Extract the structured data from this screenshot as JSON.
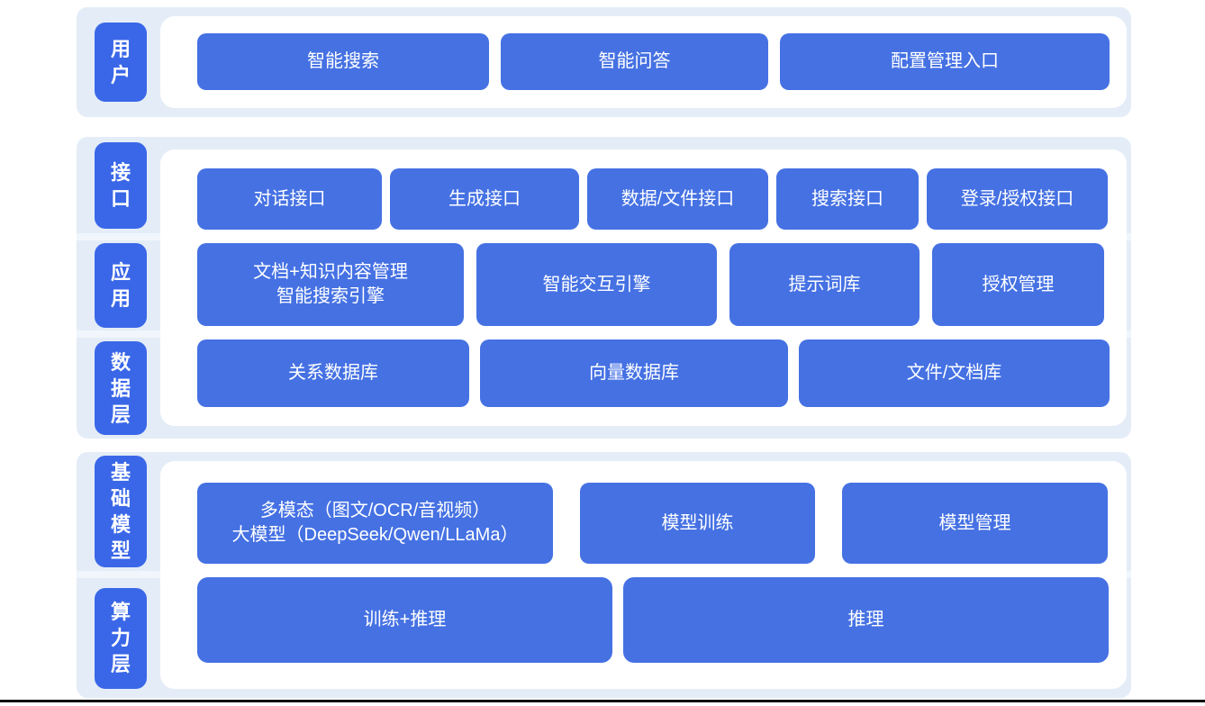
{
  "colors": {
    "page_bg": "#ffffff",
    "section_bg": "#e4edf7",
    "divider_stripe": "#f0f6fc",
    "label_blue": "#3a67e8",
    "block_blue": "#4571e3",
    "text_white": "#ffffff",
    "bottom_rule": "#101010"
  },
  "sections": {
    "user": {
      "label": "用户",
      "row1": {
        "b1": "智能搜索",
        "b2": "智能问答",
        "b3": "配置管理入口"
      }
    },
    "platform": {
      "label_interface": "接口",
      "label_application": "应用",
      "label_data": "数据层",
      "row1": {
        "b1": "对话接口",
        "b2": "生成接口",
        "b3": "数据/文件接口",
        "b4": "搜索接口",
        "b5": "登录/授权接口"
      },
      "row2": {
        "b1_line1": "文档+知识内容管理",
        "b1_line2": "智能搜索引擎",
        "b2": "智能交互引擎",
        "b3": "提示词库",
        "b4": "授权管理"
      },
      "row3": {
        "b1": "关系数据库",
        "b2": "向量数据库",
        "b3": "文件/文档库"
      }
    },
    "infra": {
      "label_foundation": "基础模型",
      "label_compute": "算力层",
      "row1": {
        "b1_line1": "多模态（图文/OCR/音视频）",
        "b1_line2": "大模型（DeepSeek/Qwen/LLaMa）",
        "b2": "模型训练",
        "b3": "模型管理"
      },
      "row2": {
        "b1": "训练+推理",
        "b2": "推理"
      }
    }
  }
}
